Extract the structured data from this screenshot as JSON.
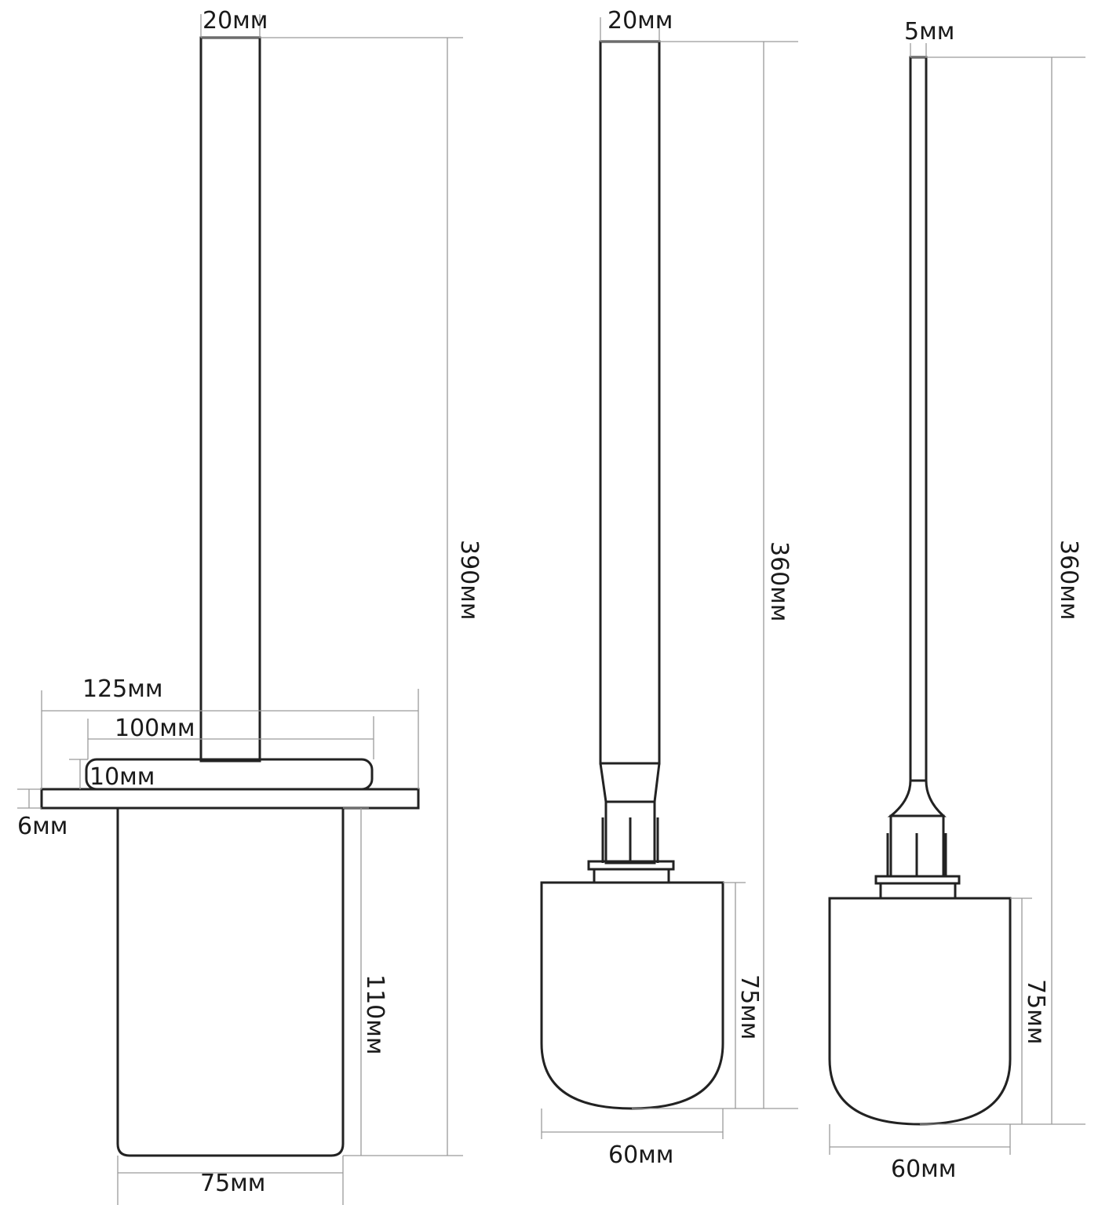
{
  "holder": {
    "handle_width": "20мм",
    "total_height": "390мм",
    "plate_width": "125мм",
    "pad_width": "100мм",
    "pad_height": "10мм",
    "plate_thickness": "6мм",
    "cup_height": "110мм",
    "cup_width": "75мм"
  },
  "brush_wide": {
    "handle_width": "20мм",
    "total_height": "360мм",
    "head_height": "75мм",
    "head_width": "60мм"
  },
  "brush_thin": {
    "handle_width": "5мм",
    "total_height": "360мм",
    "head_height": "75мм",
    "head_width": "60мм"
  },
  "colors": {
    "line": "#222222",
    "dimension": "#9a9a9a"
  }
}
